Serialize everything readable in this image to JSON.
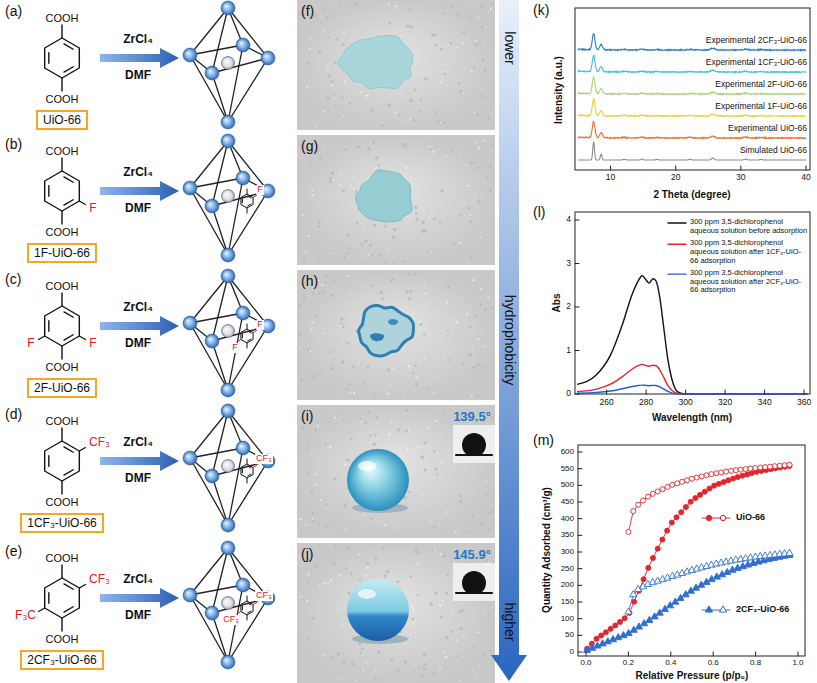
{
  "diagram": {
    "nodes": [
      {
        "text": [
          "UiO-66"
        ]
      },
      {
        "text": [
          "1F-UiO-66"
        ]
      },
      {
        "text": [
          "2F-UiO-66"
        ]
      },
      {
        "text": [
          "1CF₃-UiO-66"
        ]
      },
      {
        "text": [
          "2CF₃-UiO-66"
        ]
      }
    ],
    "labels": [
      "(a)",
      "(b)",
      "(c)",
      "(d)",
      "(e)",
      "(f)",
      "(g)",
      "(h)",
      "(i)",
      "(j)",
      "(k)",
      "(l)",
      "(m)",
      "COOH",
      "COOH",
      "ZrCl₄",
      "DMF",
      "COOH",
      "COOH",
      "F",
      "ZrCl₄",
      "DMF",
      "F",
      "COOH",
      "COOH",
      "F",
      "F",
      "ZrCl₄",
      "DMF",
      "F",
      "F",
      "COOH",
      "COOH",
      "CF₃",
      "ZrCl₄",
      "DMF",
      "CF₃",
      "COOH",
      "CF₃",
      "F₃C",
      "COOH",
      "ZrCl₄",
      "DMF",
      "CF₃",
      "CF₃",
      "lower",
      "hydrophobicity",
      "higher",
      "139.5°",
      "145.9°",
      "Experimental 2CF₃-UiO-66",
      "Experimental 1CF₃-UiO-66",
      "Experimental 2F-UiO-66",
      "Experimental 1F-UiO-66",
      "Experimental UiO-66",
      "Simulated UiO-66",
      "Intensity (a.u.)",
      "2 Theta (degree)",
      "10",
      "20",
      "30",
      "40",
      "Abs",
      "Wavelength (nm)",
      "0",
      "1",
      "2",
      "3",
      "4",
      "260",
      "280",
      "300",
      "320",
      "340",
      "360",
      "Quantity Adsorbed (cm³/g)",
      "Relative Pressure (p/p₀)",
      "0",
      "50",
      "100",
      "150",
      "200",
      "250",
      "300",
      "350",
      "400",
      "450",
      "500",
      "550",
      "600",
      "0.0",
      "0.2",
      "0.4",
      "0.6",
      "0.8",
      "1.0"
    ],
    "legend": [
      {
        "text": "300 ppm 3,5-dichlorophenol aqueous solution before adsorption"
      },
      {
        "text": "300 ppm 3,5-dichlorophenol aqueous solution after 1CF₃-UiO-66 adsorption"
      },
      {
        "text": "300 ppm 3,5-dichlorophenol aqueous solution after 2CF₃-UiO-66 adsorption"
      },
      {
        "text": "UiO-66"
      },
      {
        "text": "2CF₃-UiO-66"
      }
    ]
  }
}
